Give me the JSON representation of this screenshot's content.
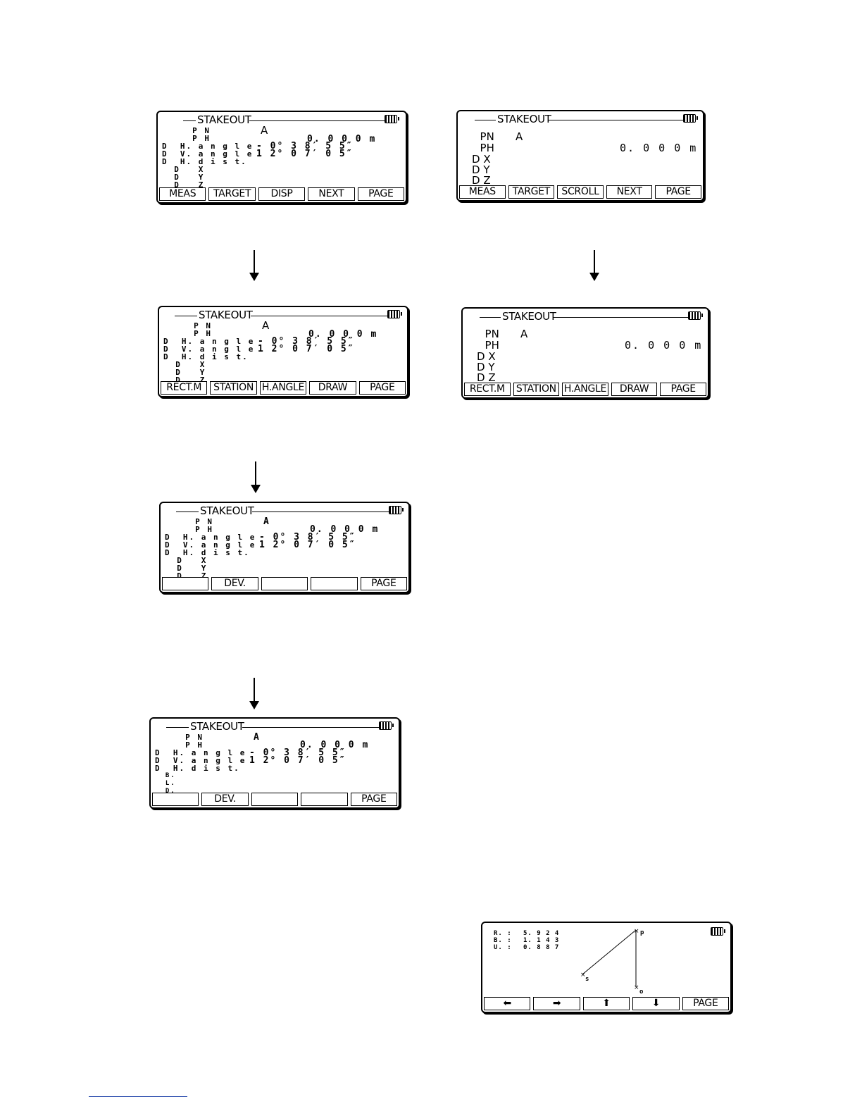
{
  "screens": {
    "s1": {
      "title": "STAKEOUT",
      "rows": [
        "     P N",
        "     P H",
        "D  H. a n g l e",
        "D  V. a n g l e",
        "D  H. d i s t.",
        "  D   X",
        "  D   Y",
        "  D   Z"
      ],
      "pn_value": "A",
      "ph_value": "0. 0 0 0 m",
      "hangle_value": "- 0° 3 8′ 5 5″",
      "vangle_value": "1 2° 0 7′ 0 5″",
      "softkeys": [
        "MEAS",
        "TARGET",
        "DISP",
        "NEXT",
        "PAGE"
      ]
    },
    "s2": {
      "title": "STAKEOUT",
      "rows": [
        "  PN",
        "  PH",
        "D X",
        "D Y",
        "D Z"
      ],
      "pn_value": "A",
      "ph_value": "0. 0 0 0 m",
      "softkeys": [
        "MEAS",
        "TARGET",
        "SCROLL",
        "NEXT",
        "PAGE"
      ]
    },
    "s3": {
      "title": "STAKEOUT",
      "rows": [
        "     P N",
        "     P H",
        "D  H. a n g l e",
        "D  V. a n g l e",
        "D  H. d i s t.",
        "  D   X",
        "  D   Y",
        "  D   Z"
      ],
      "pn_value": "A",
      "ph_value": "0. 0 0 0 m",
      "hangle_value": "- 0° 3 8′ 5 5″",
      "vangle_value": "1 2° 0 7′ 0 5″",
      "softkeys": [
        "RECT.M",
        "STATION",
        "H.ANGLE",
        "DRAW",
        "PAGE"
      ]
    },
    "s4": {
      "title": "STAKEOUT",
      "rows": [
        "  PN",
        "  PH",
        "D X",
        "D Y",
        "D Z"
      ],
      "pn_value": "A",
      "ph_value": "0. 0 0 0 m",
      "softkeys": [
        "RECT.M",
        "STATION",
        "H.ANGLE",
        "DRAW",
        "PAGE"
      ]
    },
    "s5": {
      "title": "STAKEOUT",
      "rows": [
        "     P N",
        "     P H",
        "D  H. a n g l e",
        "D  V. a n g l e",
        "D  H. d i s t.",
        "  D   X",
        "  D   Y",
        "  D   Z"
      ],
      "pn_value": "A",
      "ph_value": "0. 0 0 0 m",
      "hangle_value": "- 0° 3 8′ 5 5″",
      "vangle_value": "1 2° 0 7′ 0 5″",
      "softkeys": [
        "",
        "DEV.",
        "",
        "",
        "PAGE"
      ]
    },
    "s6": {
      "title": "STAKEOUT",
      "rows": [
        "     P N",
        "     P H",
        "D  H. a n g l e",
        "D  V. a n g l e",
        "D  H. d i s t.",
        "  B.",
        "  L.",
        "  D."
      ],
      "pn_value": "A",
      "ph_value": "0. 0 0 0 m",
      "hangle_value": "- 0° 3 8′ 5 5″",
      "vangle_value": "1 2° 0 7′ 0 5″",
      "softkeys": [
        "",
        "DEV.",
        "",
        "",
        "PAGE"
      ]
    },
    "s7": {
      "rows": [
        "R. :",
        "B. :",
        "U. :"
      ],
      "values": [
        "5. 9 2 4",
        "1. 1 4 3",
        "0. 8 8 7"
      ],
      "points": {
        "p": "p",
        "s": "s",
        "o": "o"
      },
      "softkeys": [
        "⬅",
        "➡",
        "⬆",
        "⬇",
        "PAGE"
      ]
    }
  }
}
